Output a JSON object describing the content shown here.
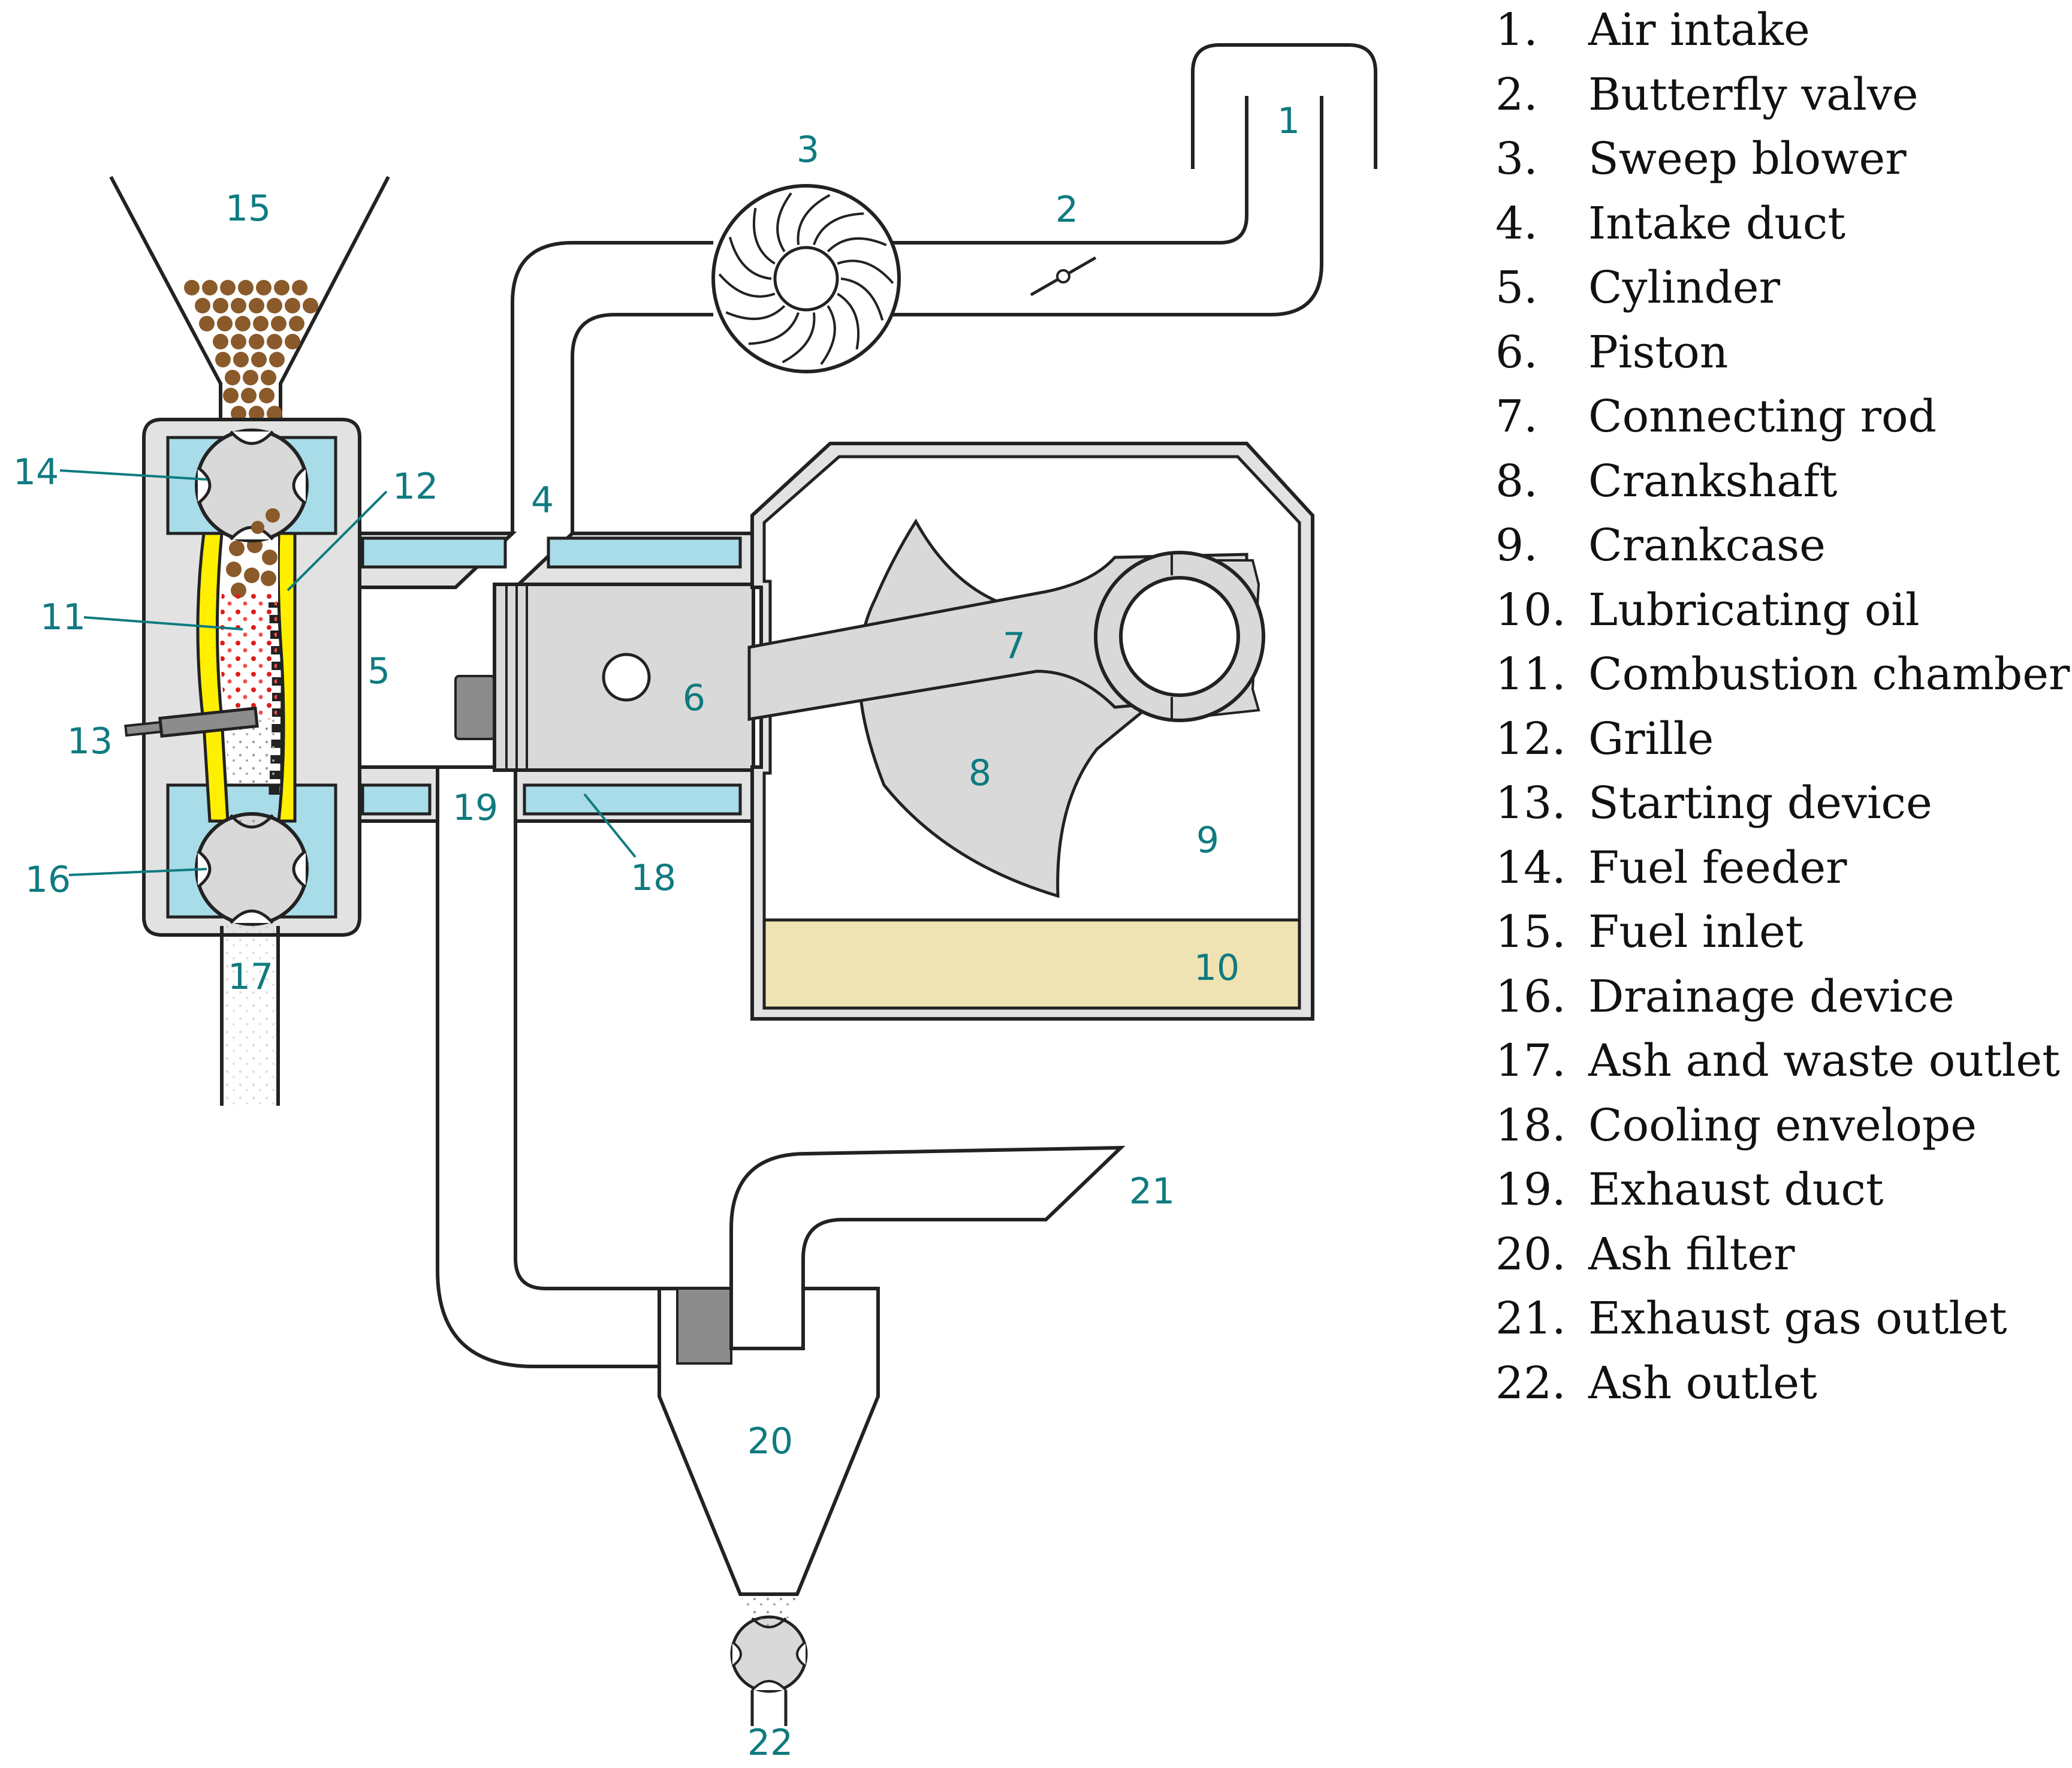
{
  "legend": [
    {
      "num": "1.",
      "label": "Air intake"
    },
    {
      "num": "2.",
      "label": "Butterfly valve"
    },
    {
      "num": "3.",
      "label": "Sweep blower"
    },
    {
      "num": "4.",
      "label": "Intake duct"
    },
    {
      "num": "5.",
      "label": "Cylinder"
    },
    {
      "num": "6.",
      "label": "Piston"
    },
    {
      "num": "7.",
      "label": "Connecting rod"
    },
    {
      "num": "8.",
      "label": "Crankshaft"
    },
    {
      "num": "9.",
      "label": "Crankcase"
    },
    {
      "num": "10.",
      "label": "Lubricating oil"
    },
    {
      "num": "11.",
      "label": "Combustion chamber"
    },
    {
      "num": "12.",
      "label": "Grille"
    },
    {
      "num": "13.",
      "label": "Starting device"
    },
    {
      "num": "14.",
      "label": "Fuel feeder"
    },
    {
      "num": "15.",
      "label": "Fuel inlet"
    },
    {
      "num": "16.",
      "label": "Drainage device"
    },
    {
      "num": "17.",
      "label": "Ash and waste outlet"
    },
    {
      "num": "18.",
      "label": "Cooling envelope"
    },
    {
      "num": "19.",
      "label": "Exhaust duct"
    },
    {
      "num": "20.",
      "label": "Ash filter"
    },
    {
      "num": "21.",
      "label": "Exhaust gas outlet"
    },
    {
      "num": "22.",
      "label": "Ash outlet"
    }
  ],
  "callouts": [
    "1",
    "2",
    "3",
    "4",
    "5",
    "6",
    "7",
    "8",
    "9",
    "10",
    "11",
    "12",
    "13",
    "14",
    "15",
    "16",
    "17",
    "18",
    "19",
    "20",
    "21",
    "22"
  ],
  "colors": {
    "line": "#222222",
    "part_gray": "#d9d9d9",
    "dark_gray": "#8c8c8c",
    "coolant": "#a8dce9",
    "oil": "#efe3b3",
    "wall_yellow": "#ffef00",
    "fuel_brown": "#8a5a2b",
    "ember_red": "#e01a1a",
    "callout_teal": "#0f7b80"
  }
}
